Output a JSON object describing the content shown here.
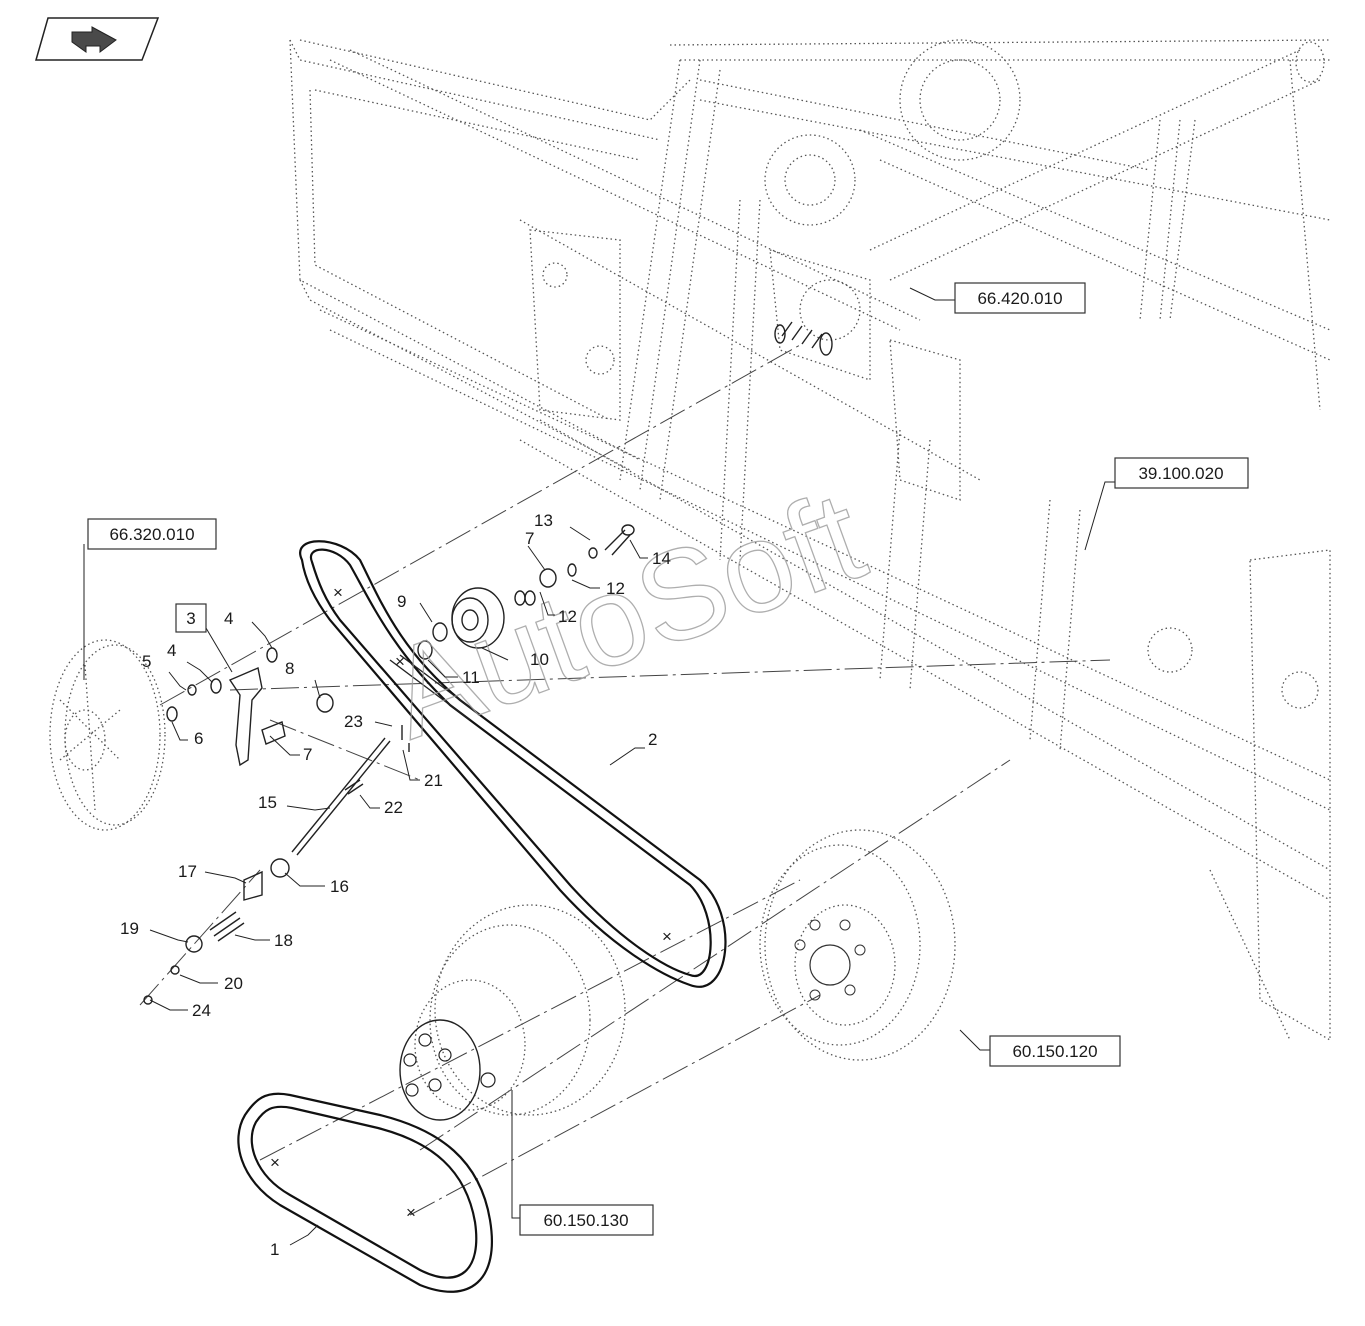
{
  "watermark": "AutoSoft",
  "nav_icon": "return-arrow-icon",
  "reference_labels": {
    "ref_66_420_010": "66.420.010",
    "ref_39_100_020": "39.100.020",
    "ref_66_320_010": "66.320.010",
    "ref_60_150_120": "60.150.120",
    "ref_60_150_130": "60.150.130"
  },
  "callouts": {
    "c1": "1",
    "c2": "2",
    "c3": "3",
    "c4a": "4",
    "c4b": "4",
    "c5": "5",
    "c6": "6",
    "c7a": "7",
    "c7b": "7",
    "c8": "8",
    "c9": "9",
    "c10": "10",
    "c11": "11",
    "c12a": "12",
    "c12b": "12",
    "c13": "13",
    "c14": "14",
    "c15": "15",
    "c16": "16",
    "c17": "17",
    "c18": "18",
    "c19": "19",
    "c20": "20",
    "c21": "21",
    "c22": "22",
    "c23": "23",
    "c24": "24"
  }
}
